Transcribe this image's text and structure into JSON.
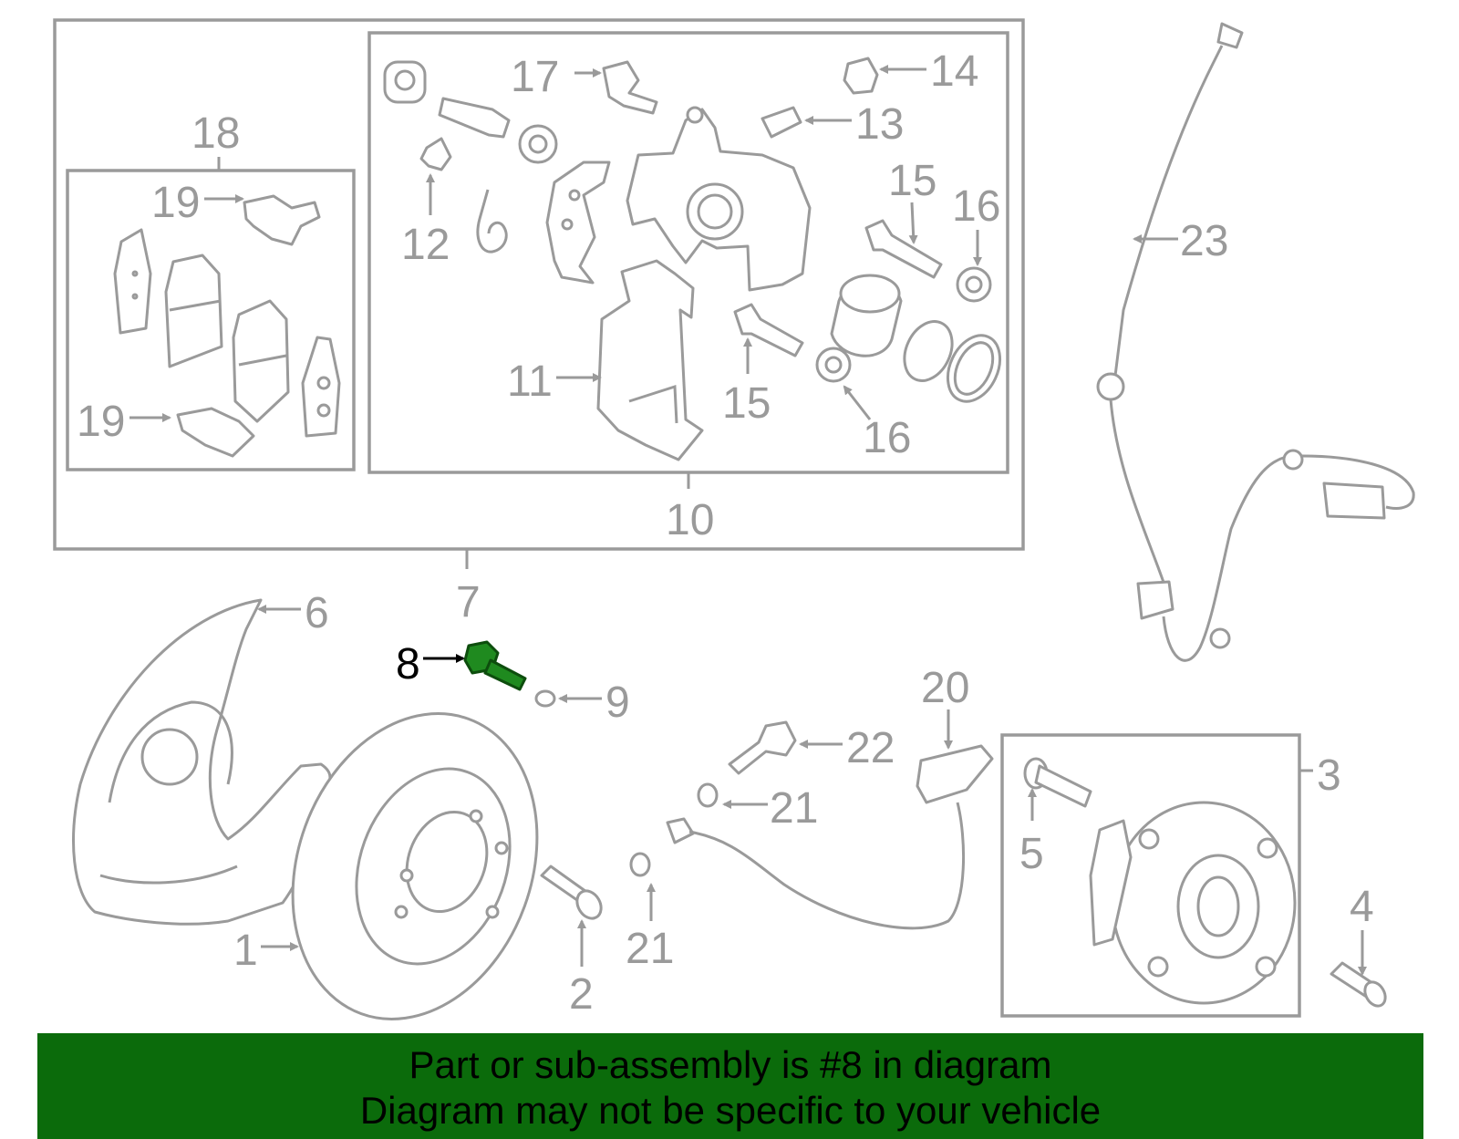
{
  "diagram": {
    "callouts": {
      "c1": "1",
      "c2": "2",
      "c3": "3",
      "c4": "4",
      "c5": "5",
      "c6": "6",
      "c7": "7",
      "c8": "8",
      "c9": "9",
      "c10": "10",
      "c11": "11",
      "c12": "12",
      "c13": "13",
      "c14": "14",
      "c15a": "15",
      "c15b": "15",
      "c16a": "16",
      "c16b": "16",
      "c17": "17",
      "c18": "18",
      "c19a": "19",
      "c19b": "19",
      "c20": "20",
      "c21a": "21",
      "c21b": "21",
      "c22": "22",
      "c23": "23"
    },
    "highlighted_part": "8",
    "colors": {
      "line": "#9a9a9a",
      "highlight_part": "#1f8a1f",
      "banner": "#0b6b0b"
    }
  },
  "banner": {
    "line1": "Part or sub-assembly is #8 in diagram",
    "line2": "Diagram may not be specific to your vehicle"
  }
}
